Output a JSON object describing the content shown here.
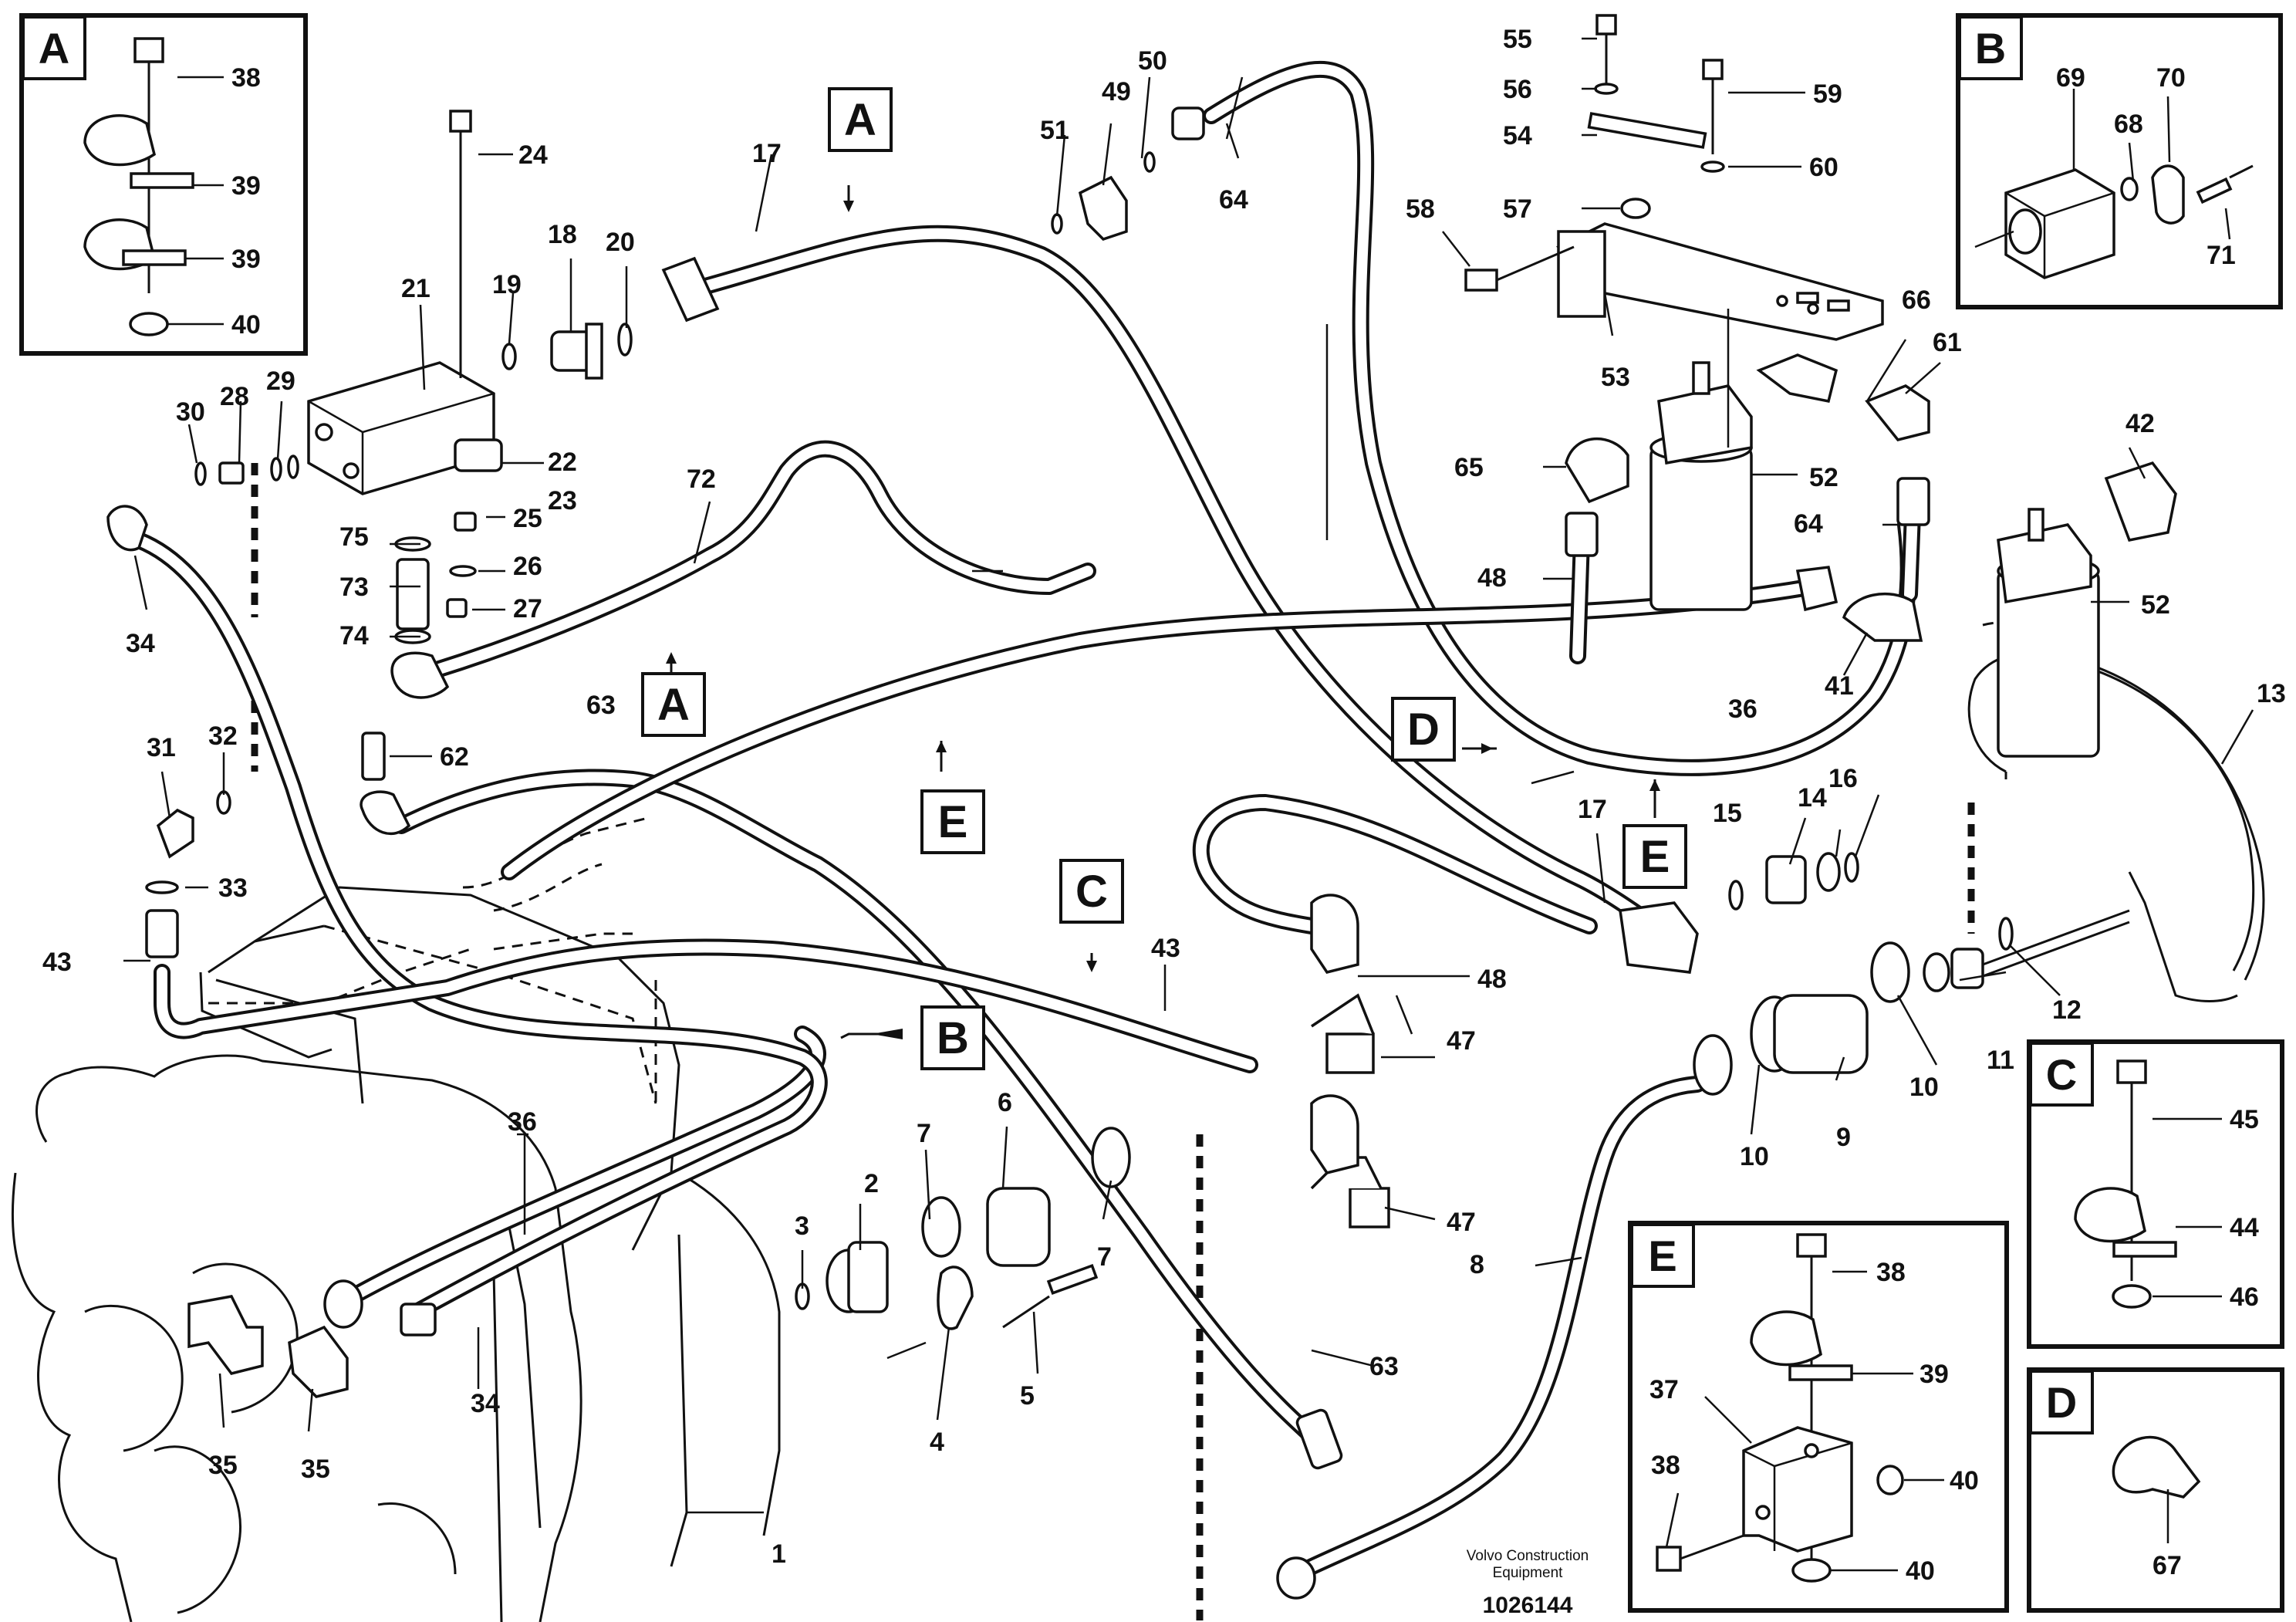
{
  "labels": [
    {
      "id": "1",
      "t": "1"
    },
    {
      "id": "2",
      "t": "2"
    },
    {
      "id": "3",
      "t": "3"
    },
    {
      "id": "4",
      "t": "4"
    },
    {
      "id": "5",
      "t": "5"
    },
    {
      "id": "6",
      "t": "6"
    },
    {
      "id": "7a",
      "t": "7"
    },
    {
      "id": "7b",
      "t": "7"
    },
    {
      "id": "8",
      "t": "8"
    },
    {
      "id": "9",
      "t": "9"
    },
    {
      "id": "10a",
      "t": "10"
    },
    {
      "id": "10b",
      "t": "10"
    },
    {
      "id": "11",
      "t": "11"
    },
    {
      "id": "12",
      "t": "12"
    },
    {
      "id": "13",
      "t": "13"
    },
    {
      "id": "14",
      "t": "14"
    },
    {
      "id": "15",
      "t": "15"
    },
    {
      "id": "16",
      "t": "16"
    },
    {
      "id": "17a",
      "t": "17"
    },
    {
      "id": "17b",
      "t": "17"
    },
    {
      "id": "18",
      "t": "18"
    },
    {
      "id": "19",
      "t": "19"
    },
    {
      "id": "20",
      "t": "20"
    },
    {
      "id": "21",
      "t": "21"
    },
    {
      "id": "22",
      "t": "22"
    },
    {
      "id": "23",
      "t": "23"
    },
    {
      "id": "24",
      "t": "24"
    },
    {
      "id": "25",
      "t": "25"
    },
    {
      "id": "26",
      "t": "26"
    },
    {
      "id": "27",
      "t": "27"
    },
    {
      "id": "28",
      "t": "28"
    },
    {
      "id": "29",
      "t": "29"
    },
    {
      "id": "30",
      "t": "30"
    },
    {
      "id": "31",
      "t": "31"
    },
    {
      "id": "32",
      "t": "32"
    },
    {
      "id": "33",
      "t": "33"
    },
    {
      "id": "34a",
      "t": "34"
    },
    {
      "id": "34b",
      "t": "34"
    },
    {
      "id": "35a",
      "t": "35"
    },
    {
      "id": "35b",
      "t": "35"
    },
    {
      "id": "36a",
      "t": "36"
    },
    {
      "id": "36b",
      "t": "36"
    },
    {
      "id": "41",
      "t": "41"
    },
    {
      "id": "42",
      "t": "42"
    },
    {
      "id": "43a",
      "t": "43"
    },
    {
      "id": "43b",
      "t": "43"
    },
    {
      "id": "47a",
      "t": "47"
    },
    {
      "id": "47b",
      "t": "47"
    },
    {
      "id": "48a",
      "t": "48"
    },
    {
      "id": "48b",
      "t": "48"
    },
    {
      "id": "49",
      "t": "49"
    },
    {
      "id": "50",
      "t": "50"
    },
    {
      "id": "51",
      "t": "51"
    },
    {
      "id": "52a",
      "t": "52"
    },
    {
      "id": "52b",
      "t": "52"
    },
    {
      "id": "53",
      "t": "53"
    },
    {
      "id": "54",
      "t": "54"
    },
    {
      "id": "55",
      "t": "55"
    },
    {
      "id": "56",
      "t": "56"
    },
    {
      "id": "57",
      "t": "57"
    },
    {
      "id": "58",
      "t": "58"
    },
    {
      "id": "59",
      "t": "59"
    },
    {
      "id": "60",
      "t": "60"
    },
    {
      "id": "61",
      "t": "61"
    },
    {
      "id": "62",
      "t": "62"
    },
    {
      "id": "63a",
      "t": "63"
    },
    {
      "id": "63b",
      "t": "63"
    },
    {
      "id": "64a",
      "t": "64"
    },
    {
      "id": "64b",
      "t": "64"
    },
    {
      "id": "65",
      "t": "65"
    },
    {
      "id": "66",
      "t": "66"
    },
    {
      "id": "72",
      "t": "72"
    },
    {
      "id": "73",
      "t": "73"
    },
    {
      "id": "74",
      "t": "74"
    },
    {
      "id": "75",
      "t": "75"
    }
  ],
  "view_tags": [
    {
      "id": "tagA1",
      "t": "A"
    },
    {
      "id": "tagA2",
      "t": "A"
    },
    {
      "id": "tagB",
      "t": "B"
    },
    {
      "id": "tagC",
      "t": "C"
    },
    {
      "id": "tagD",
      "t": "D"
    },
    {
      "id": "tagE1",
      "t": "E"
    },
    {
      "id": "tagE2",
      "t": "E"
    }
  ],
  "insets": {
    "A": {
      "letter": "A",
      "labels": [
        "38",
        "39",
        "39",
        "40"
      ]
    },
    "B": {
      "letter": "B",
      "labels": [
        "69",
        "70",
        "68",
        "71"
      ]
    },
    "C": {
      "letter": "C",
      "labels": [
        "45",
        "44",
        "46"
      ]
    },
    "D": {
      "letter": "D",
      "labels": [
        "67"
      ]
    },
    "E": {
      "letter": "E",
      "labels": [
        "38",
        "39",
        "37",
        "38",
        "40",
        "40"
      ]
    }
  },
  "footer": {
    "brand_line1": "Volvo Construction",
    "brand_line2": "Equipment",
    "doc_number": "1026144"
  }
}
